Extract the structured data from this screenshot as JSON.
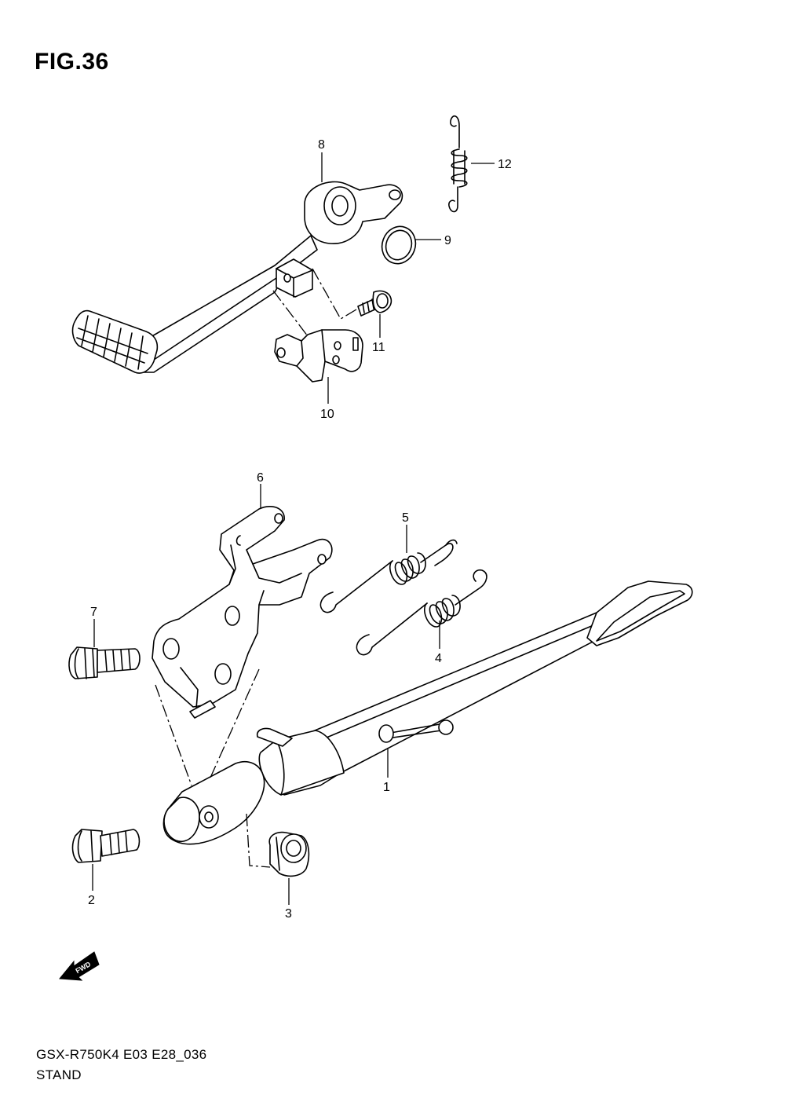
{
  "figure": {
    "title": "FIG.36",
    "model_code": "GSX-R750K4 E03 E28_036",
    "section_name": "STAND"
  },
  "callouts": [
    {
      "id": "part-1",
      "label": "1"
    },
    {
      "id": "part-2",
      "label": "2"
    },
    {
      "id": "part-3",
      "label": "3"
    },
    {
      "id": "part-4",
      "label": "4"
    },
    {
      "id": "part-5",
      "label": "5"
    },
    {
      "id": "part-6",
      "label": "6"
    },
    {
      "id": "part-7",
      "label": "7"
    },
    {
      "id": "part-8",
      "label": "8"
    },
    {
      "id": "part-9",
      "label": "9"
    },
    {
      "id": "part-10",
      "label": "10"
    },
    {
      "id": "part-11",
      "label": "11"
    },
    {
      "id": "part-12",
      "label": "12"
    }
  ],
  "fwd_arrow": {
    "label": "FWD",
    "icon": "forward-direction-arrow-icon"
  }
}
